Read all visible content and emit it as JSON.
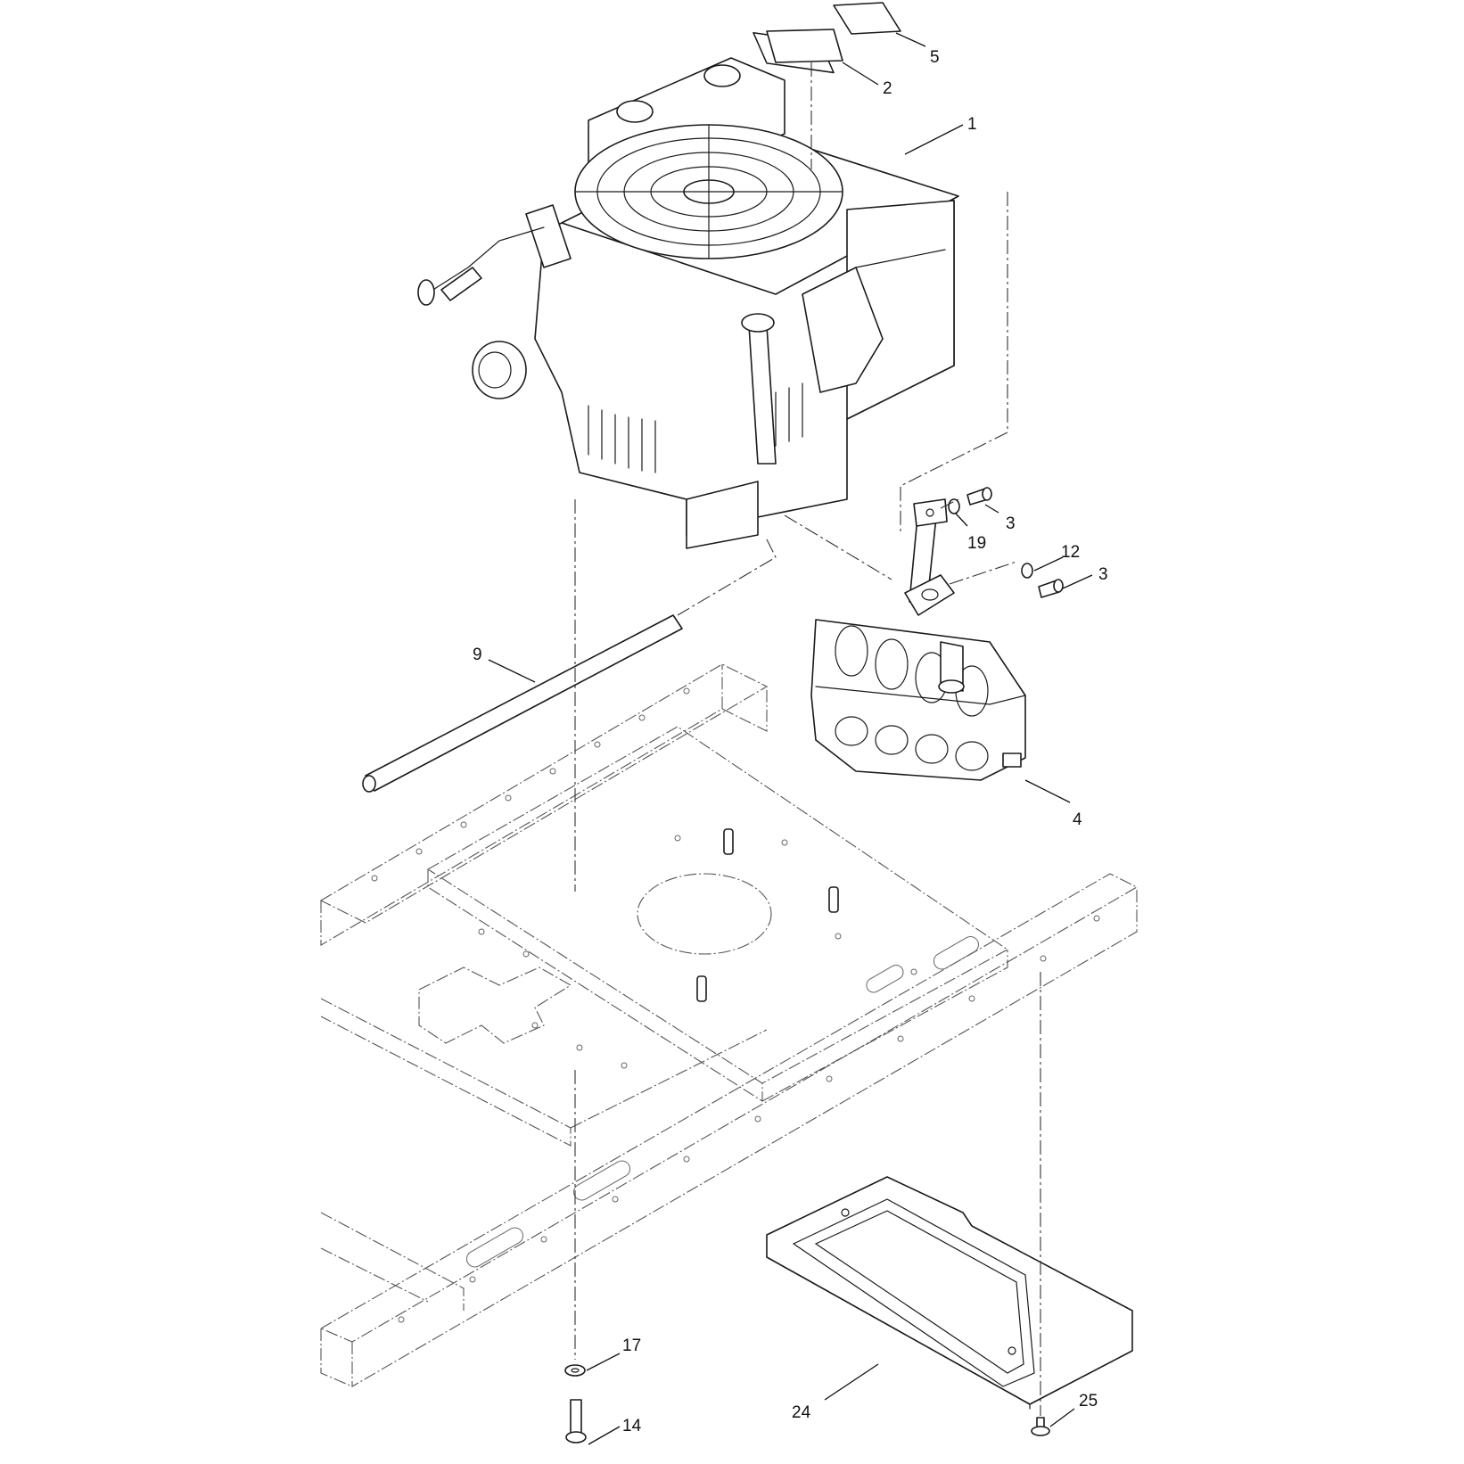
{
  "diagram": {
    "callouts": [
      {
        "id": "1",
        "label": "1"
      },
      {
        "id": "2",
        "label": "2"
      },
      {
        "id": "3a",
        "label": "3"
      },
      {
        "id": "3b",
        "label": "3"
      },
      {
        "id": "4",
        "label": "4"
      },
      {
        "id": "5",
        "label": "5"
      },
      {
        "id": "9",
        "label": "9"
      },
      {
        "id": "12",
        "label": "12"
      },
      {
        "id": "14",
        "label": "14"
      },
      {
        "id": "17",
        "label": "17"
      },
      {
        "id": "19",
        "label": "19"
      },
      {
        "id": "24",
        "label": "24"
      },
      {
        "id": "25",
        "label": "25"
      }
    ]
  }
}
